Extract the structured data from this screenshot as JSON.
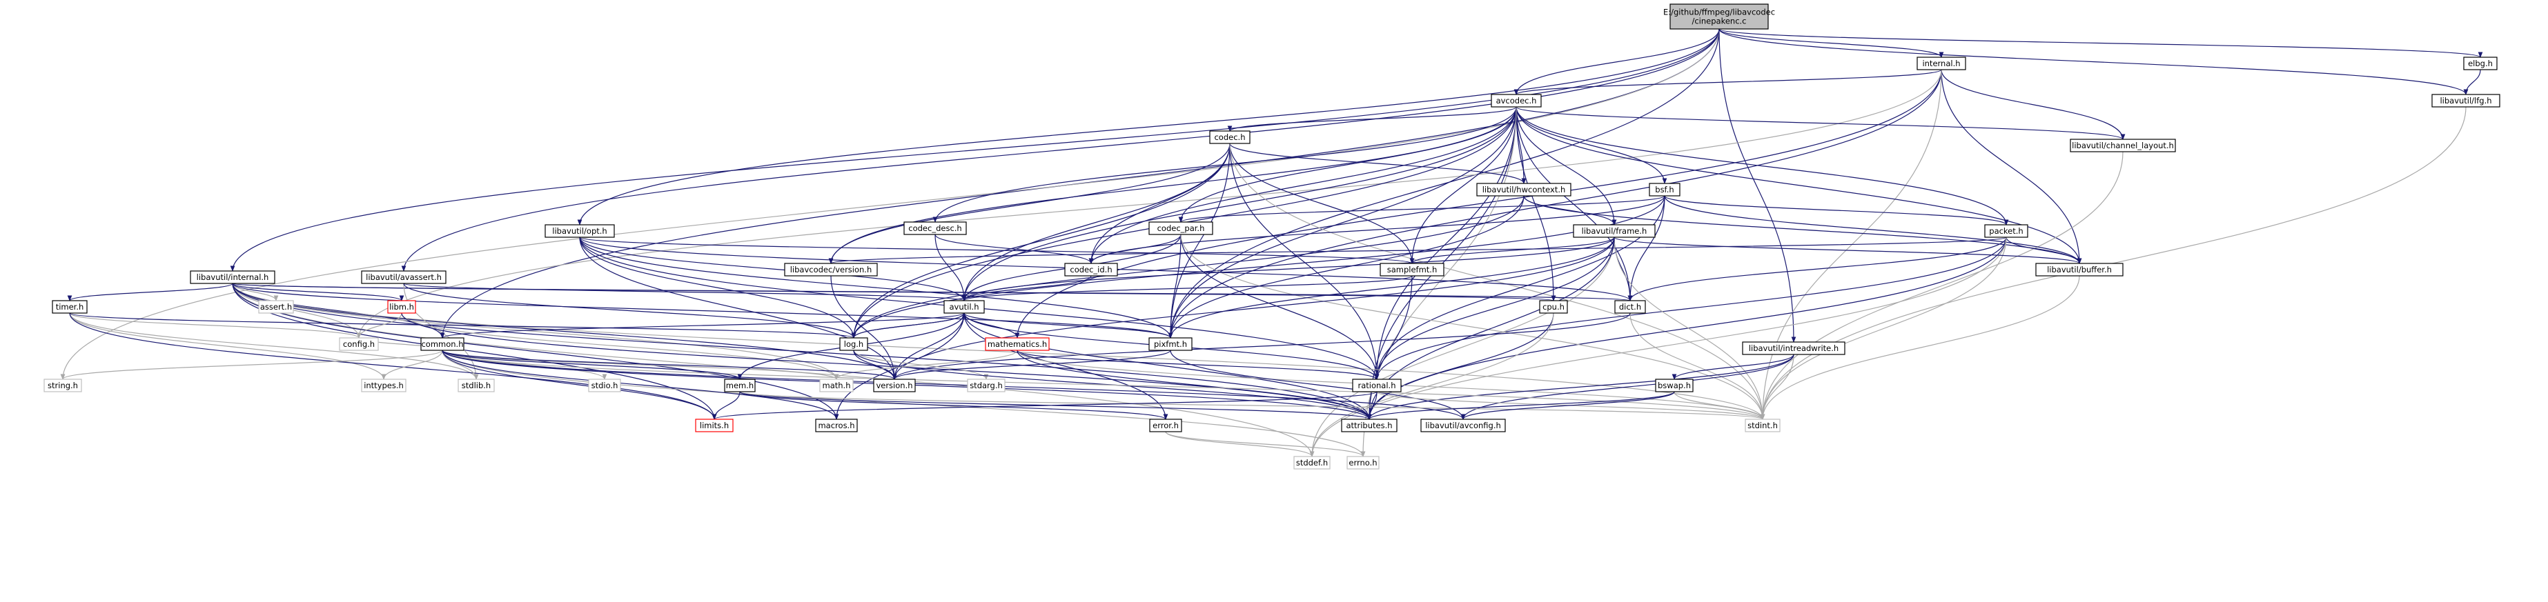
{
  "colors": {
    "node_border": "#000000",
    "node_fill": "#ffffff",
    "root_fill": "#bfbfbf",
    "missing_border": "#bfbfbf",
    "truncated_border": "#ff0000",
    "edge_main": "#191970",
    "edge_gray": "#a8a8a8",
    "edge_red": "#cc2222"
  },
  "nodes": [
    {
      "id": "root",
      "label": [
        "E:/github/ffmpeg/libavcodec",
        "/cinepakenc.c"
      ],
      "kind": "root"
    },
    {
      "id": "internal",
      "label": [
        "internal.h"
      ],
      "kind": "normal"
    },
    {
      "id": "elbg",
      "label": [
        "elbg.h"
      ],
      "kind": "normal"
    },
    {
      "id": "lfg",
      "label": [
        "libavutil/lfg.h"
      ],
      "kind": "normal"
    },
    {
      "id": "avcodec",
      "label": [
        "avcodec.h"
      ],
      "kind": "normal"
    },
    {
      "id": "codec",
      "label": [
        "codec.h"
      ],
      "kind": "normal"
    },
    {
      "id": "chlayout",
      "label": [
        "libavutil/channel_layout.h"
      ],
      "kind": "normal"
    },
    {
      "id": "hwcontext",
      "label": [
        "libavutil/hwcontext.h"
      ],
      "kind": "normal"
    },
    {
      "id": "bsf",
      "label": [
        "bsf.h"
      ],
      "kind": "normal"
    },
    {
      "id": "packet",
      "label": [
        "packet.h"
      ],
      "kind": "normal"
    },
    {
      "id": "codecdesc",
      "label": [
        "codec_desc.h"
      ],
      "kind": "normal"
    },
    {
      "id": "codecpar",
      "label": [
        "codec_par.h"
      ],
      "kind": "normal"
    },
    {
      "id": "frame",
      "label": [
        "libavutil/frame.h"
      ],
      "kind": "normal"
    },
    {
      "id": "buffer",
      "label": [
        "libavutil/buffer.h"
      ],
      "kind": "normal"
    },
    {
      "id": "opt",
      "label": [
        "libavutil/opt.h"
      ],
      "kind": "normal"
    },
    {
      "id": "avcversion",
      "label": [
        "libavcodec/version.h"
      ],
      "kind": "normal"
    },
    {
      "id": "codecid",
      "label": [
        "codec_id.h"
      ],
      "kind": "normal"
    },
    {
      "id": "samplefmt",
      "label": [
        "samplefmt.h"
      ],
      "kind": "normal"
    },
    {
      "id": "dict",
      "label": [
        "dict.h"
      ],
      "kind": "normal"
    },
    {
      "id": "utilinternal",
      "label": [
        "libavutil/internal.h"
      ],
      "kind": "normal"
    },
    {
      "id": "avassert",
      "label": [
        "libavutil/avassert.h"
      ],
      "kind": "normal"
    },
    {
      "id": "avutil",
      "label": [
        "avutil.h"
      ],
      "kind": "normal"
    },
    {
      "id": "cpu",
      "label": [
        "cpu.h"
      ],
      "kind": "normal"
    },
    {
      "id": "timer",
      "label": [
        "timer.h"
      ],
      "kind": "normal"
    },
    {
      "id": "assert",
      "label": [
        "assert.h"
      ],
      "kind": "missing"
    },
    {
      "id": "libm",
      "label": [
        "libm.h"
      ],
      "kind": "truncated"
    },
    {
      "id": "config",
      "label": [
        "config.h"
      ],
      "kind": "missing"
    },
    {
      "id": "log",
      "label": [
        "log.h"
      ],
      "kind": "normal"
    },
    {
      "id": "mathematics",
      "label": [
        "mathematics.h"
      ],
      "kind": "truncated"
    },
    {
      "id": "pixfmt",
      "label": [
        "pixfmt.h"
      ],
      "kind": "normal"
    },
    {
      "id": "intreadwrite",
      "label": [
        "libavutil/intreadwrite.h"
      ],
      "kind": "normal"
    },
    {
      "id": "common",
      "label": [
        "common.h"
      ],
      "kind": "normal"
    },
    {
      "id": "string",
      "label": [
        "string.h"
      ],
      "kind": "missing"
    },
    {
      "id": "inttypes",
      "label": [
        "inttypes.h"
      ],
      "kind": "missing"
    },
    {
      "id": "stdlib",
      "label": [
        "stdlib.h"
      ],
      "kind": "missing"
    },
    {
      "id": "stdio",
      "label": [
        "stdio.h"
      ],
      "kind": "missing"
    },
    {
      "id": "math",
      "label": [
        "math.h"
      ],
      "kind": "missing"
    },
    {
      "id": "version",
      "label": [
        "version.h"
      ],
      "kind": "normal"
    },
    {
      "id": "stdarg",
      "label": [
        "stdarg.h"
      ],
      "kind": "missing"
    },
    {
      "id": "mem",
      "label": [
        "mem.h"
      ],
      "kind": "normal"
    },
    {
      "id": "rational",
      "label": [
        "rational.h"
      ],
      "kind": "normal"
    },
    {
      "id": "bswap",
      "label": [
        "bswap.h"
      ],
      "kind": "normal"
    },
    {
      "id": "limits",
      "label": [
        "limits.h"
      ],
      "kind": "truncated"
    },
    {
      "id": "macros",
      "label": [
        "macros.h"
      ],
      "kind": "normal"
    },
    {
      "id": "error",
      "label": [
        "error.h"
      ],
      "kind": "normal"
    },
    {
      "id": "attributes",
      "label": [
        "attributes.h"
      ],
      "kind": "normal"
    },
    {
      "id": "avconfig",
      "label": [
        "libavutil/avconfig.h"
      ],
      "kind": "normal"
    },
    {
      "id": "stdint",
      "label": [
        "stdint.h"
      ],
      "kind": "missing"
    },
    {
      "id": "stddef",
      "label": [
        "stddef.h"
      ],
      "kind": "missing"
    },
    {
      "id": "errno",
      "label": [
        "errno.h"
      ],
      "kind": "missing"
    }
  ],
  "edges": [
    [
      "root",
      "internal"
    ],
    [
      "root",
      "elbg"
    ],
    [
      "root",
      "lfg"
    ],
    [
      "root",
      "avcodec"
    ],
    [
      "root",
      "opt"
    ],
    [
      "root",
      "utilinternal"
    ],
    [
      "root",
      "avassert"
    ],
    [
      "root",
      "common"
    ],
    [
      "root",
      "string"
    ],
    [
      "root",
      "intreadwrite"
    ],
    [
      "root",
      "pixfmt"
    ],
    [
      "elbg",
      "lfg"
    ],
    [
      "lfg",
      "stdint"
    ],
    [
      "internal",
      "avcodec"
    ],
    [
      "internal",
      "chlayout"
    ],
    [
      "internal",
      "buffer"
    ],
    [
      "internal",
      "mathematics"
    ],
    [
      "internal",
      "pixfmt"
    ],
    [
      "internal",
      "stdint"
    ],
    [
      "internal",
      "config"
    ],
    [
      "avcodec",
      "codec"
    ],
    [
      "avcodec",
      "chlayout"
    ],
    [
      "avcodec",
      "hwcontext"
    ],
    [
      "avcodec",
      "bsf"
    ],
    [
      "avcodec",
      "packet"
    ],
    [
      "avcodec",
      "codecdesc"
    ],
    [
      "avcodec",
      "codecpar"
    ],
    [
      "avcodec",
      "frame"
    ],
    [
      "avcodec",
      "buffer"
    ],
    [
      "avcodec",
      "avcversion"
    ],
    [
      "avcodec",
      "codecid"
    ],
    [
      "avcodec",
      "samplefmt"
    ],
    [
      "avcodec",
      "dict"
    ],
    [
      "avcodec",
      "avutil"
    ],
    [
      "avcodec",
      "cpu"
    ],
    [
      "avcodec",
      "log"
    ],
    [
      "avcodec",
      "pixfmt"
    ],
    [
      "avcodec",
      "rational"
    ],
    [
      "avcodec",
      "attributes"
    ],
    [
      "avcodec",
      "errno"
    ],
    [
      "codec",
      "hwcontext"
    ],
    [
      "codec",
      "avcversion"
    ],
    [
      "codec",
      "codecid"
    ],
    [
      "codec",
      "samplefmt"
    ],
    [
      "codec",
      "avutil"
    ],
    [
      "codec",
      "log"
    ],
    [
      "codec",
      "pixfmt"
    ],
    [
      "codec",
      "rational"
    ],
    [
      "codec",
      "stdint"
    ],
    [
      "chlayout",
      "stdint"
    ],
    [
      "hwcontext",
      "frame"
    ],
    [
      "hwcontext",
      "buffer"
    ],
    [
      "hwcontext",
      "log"
    ],
    [
      "hwcontext",
      "pixfmt"
    ],
    [
      "bsf",
      "codecpar"
    ],
    [
      "bsf",
      "packet"
    ],
    [
      "bsf",
      "codecid"
    ],
    [
      "bsf",
      "dict"
    ],
    [
      "bsf",
      "log"
    ],
    [
      "bsf",
      "rational"
    ],
    [
      "bsf",
      "buffer"
    ],
    [
      "packet",
      "buffer"
    ],
    [
      "packet",
      "attributes"
    ],
    [
      "packet",
      "dict"
    ],
    [
      "packet",
      "avcversion"
    ],
    [
      "packet",
      "rational"
    ],
    [
      "packet",
      "stdint"
    ],
    [
      "packet",
      "stddef"
    ],
    [
      "codecdesc",
      "codecid"
    ],
    [
      "codecdesc",
      "avutil"
    ],
    [
      "codecpar",
      "codecid"
    ],
    [
      "codecpar",
      "avutil"
    ],
    [
      "codecpar",
      "pixfmt"
    ],
    [
      "codecpar",
      "rational"
    ],
    [
      "codecpar",
      "stdint"
    ],
    [
      "frame",
      "buffer"
    ],
    [
      "frame",
      "samplefmt"
    ],
    [
      "frame",
      "dict"
    ],
    [
      "frame",
      "avutil"
    ],
    [
      "frame",
      "pixfmt"
    ],
    [
      "frame",
      "rational"
    ],
    [
      "frame",
      "stdint"
    ],
    [
      "frame",
      "stddef"
    ],
    [
      "frame",
      "version"
    ],
    [
      "frame",
      "attributes"
    ],
    [
      "buffer",
      "stdint"
    ],
    [
      "opt",
      "avutil"
    ],
    [
      "opt",
      "dict"
    ],
    [
      "opt",
      "log"
    ],
    [
      "opt",
      "pixfmt"
    ],
    [
      "opt",
      "rational"
    ],
    [
      "opt",
      "samplefmt"
    ],
    [
      "opt",
      "version"
    ],
    [
      "avcversion",
      "version"
    ],
    [
      "codecid",
      "avutil"
    ],
    [
      "samplefmt",
      "avutil"
    ],
    [
      "samplefmt",
      "attributes"
    ],
    [
      "dict",
      "stdint"
    ],
    [
      "dict",
      "version"
    ],
    [
      "utilinternal",
      "timer"
    ],
    [
      "utilinternal",
      "assert"
    ],
    [
      "utilinternal",
      "libm"
    ],
    [
      "utilinternal",
      "config"
    ],
    [
      "utilinternal",
      "common"
    ],
    [
      "utilinternal",
      "limits"
    ],
    [
      "utilinternal",
      "stdint"
    ],
    [
      "utilinternal",
      "stddef"
    ],
    [
      "utilinternal",
      "math"
    ],
    [
      "utilinternal",
      "dict"
    ],
    [
      "utilinternal",
      "macros"
    ],
    [
      "utilinternal",
      "pixfmt"
    ],
    [
      "utilinternal",
      "version"
    ],
    [
      "utilinternal",
      "attributes"
    ],
    [
      "utilinternal",
      "cpu"
    ],
    [
      "avassert",
      "stdlib"
    ],
    [
      "avassert",
      "avutil"
    ],
    [
      "avassert",
      "log"
    ],
    [
      "avutil",
      "common"
    ],
    [
      "avutil",
      "error"
    ],
    [
      "avutil",
      "version"
    ],
    [
      "avutil",
      "mathematics"
    ],
    [
      "avutil",
      "rational"
    ],
    [
      "avutil",
      "log"
    ],
    [
      "avutil",
      "pixfmt"
    ],
    [
      "avutil",
      "macros"
    ],
    [
      "avutil",
      "attributes"
    ],
    [
      "cpu",
      "attributes"
    ],
    [
      "cpu",
      "stddef"
    ],
    [
      "timer",
      "config"
    ],
    [
      "timer",
      "inttypes"
    ],
    [
      "timer",
      "stdlib"
    ],
    [
      "timer",
      "log"
    ],
    [
      "timer",
      "limits"
    ],
    [
      "libm",
      "config"
    ],
    [
      "libm",
      "math"
    ],
    [
      "libm",
      "attributes"
    ],
    [
      "libm",
      "intfloat"
    ],
    [
      "log",
      "stdarg"
    ],
    [
      "log",
      "version"
    ],
    [
      "log",
      "attributes"
    ],
    [
      "log",
      "avutil"
    ],
    [
      "mathematics",
      "stdint"
    ],
    [
      "mathematics",
      "math"
    ],
    [
      "mathematics",
      "attributes"
    ],
    [
      "mathematics",
      "rational"
    ],
    [
      "mathematics",
      "intfloat"
    ],
    [
      "pixfmt",
      "version"
    ],
    [
      "pixfmt",
      "avconfig"
    ],
    [
      "intreadwrite",
      "stdint"
    ],
    [
      "intreadwrite",
      "avconfig"
    ],
    [
      "intreadwrite",
      "attributes"
    ],
    [
      "intreadwrite",
      "bswap"
    ],
    [
      "common",
      "errno"
    ],
    [
      "common",
      "inttypes"
    ],
    [
      "common",
      "limits"
    ],
    [
      "common",
      "math"
    ],
    [
      "common",
      "stdint"
    ],
    [
      "common",
      "stdio"
    ],
    [
      "common",
      "stdlib"
    ],
    [
      "common",
      "string"
    ],
    [
      "common",
      "attributes"
    ],
    [
      "common",
      "macros"
    ],
    [
      "common",
      "version"
    ],
    [
      "common",
      "avconfig"
    ],
    [
      "common",
      "mem"
    ],
    [
      "common",
      "config"
    ],
    [
      "common",
      "intmath"
    ],
    [
      "common",
      "common"
    ],
    [
      "mem",
      "limits"
    ],
    [
      "mem",
      "stdint"
    ],
    [
      "mem",
      "attributes"
    ],
    [
      "mem",
      "error"
    ],
    [
      "mem",
      "avutil"
    ],
    [
      "rational",
      "stdint"
    ],
    [
      "rational",
      "limits"
    ],
    [
      "rational",
      "attributes"
    ],
    [
      "bswap",
      "stdint"
    ],
    [
      "bswap",
      "avconfig"
    ],
    [
      "bswap",
      "attributes"
    ],
    [
      "error",
      "errno"
    ],
    [
      "error",
      "stddef"
    ]
  ]
}
